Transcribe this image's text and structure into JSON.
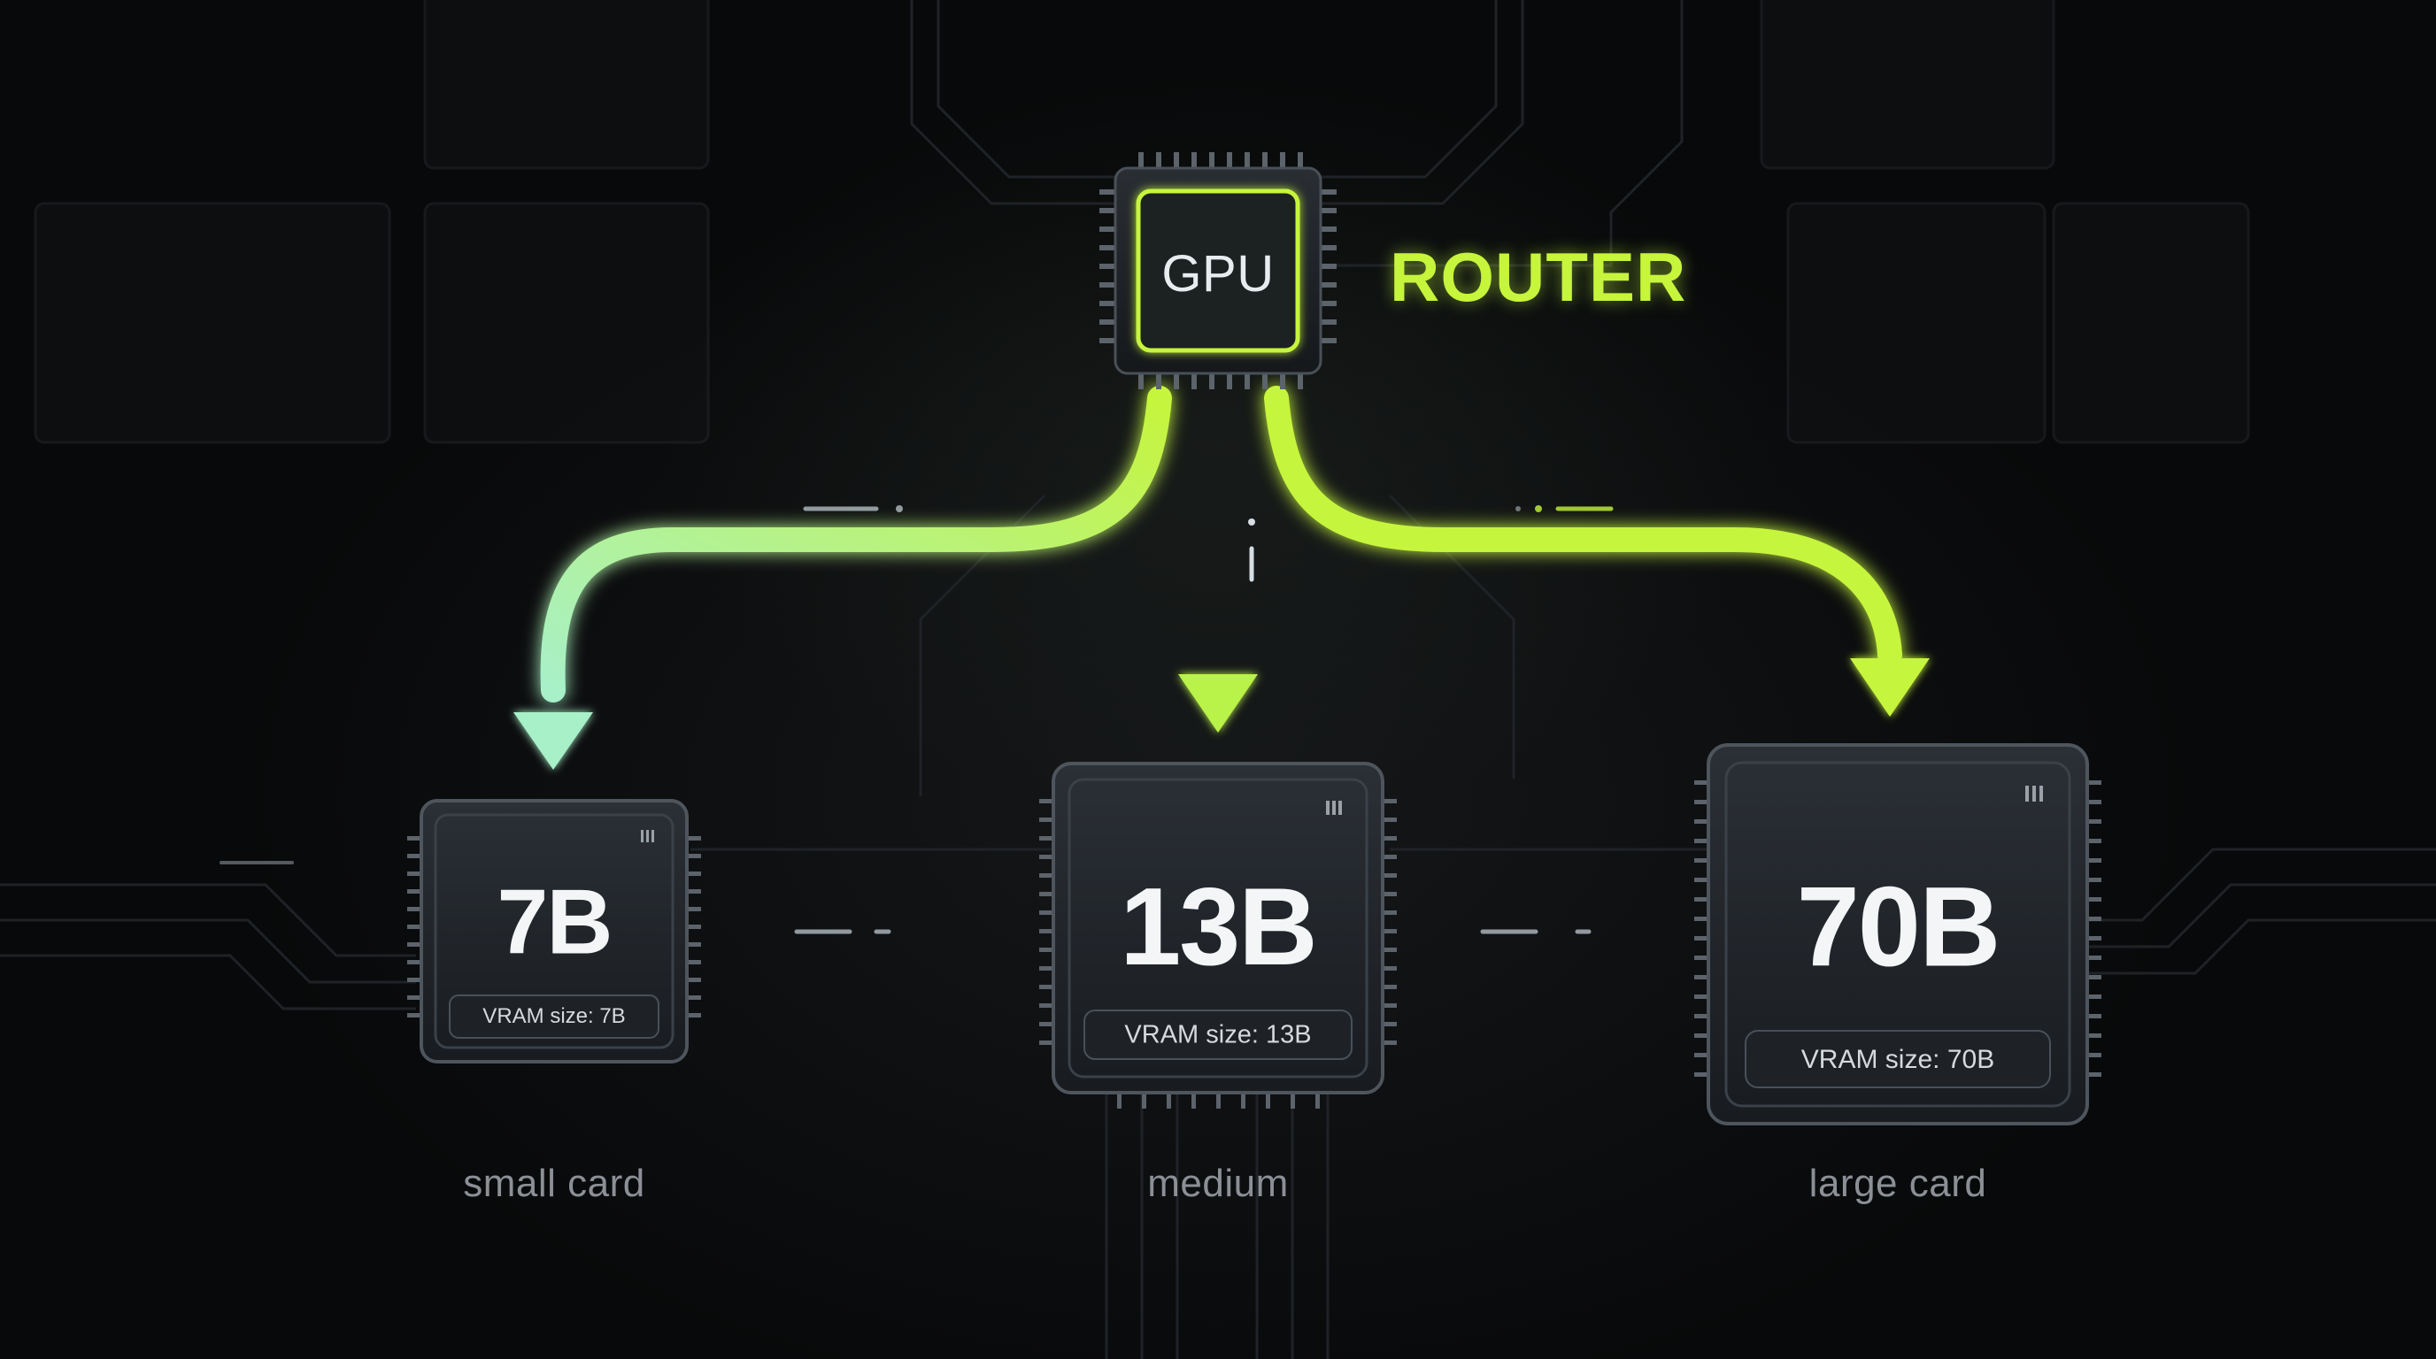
{
  "router": {
    "chip_label": "GPU",
    "title": "ROUTER"
  },
  "cards": [
    {
      "id": "small",
      "size": "7B",
      "vram_label": "VRAM size: 7B",
      "caption": "small card"
    },
    {
      "id": "medium",
      "size": "13B",
      "vram_label": "VRAM size: 13B",
      "caption": "medium"
    },
    {
      "id": "large",
      "size": "70B",
      "vram_label": "VRAM size: 70B",
      "caption": "large card"
    }
  ],
  "colors": {
    "background": "#0b0c0d",
    "accent": "#c6f53c",
    "arrow_small": "#a8f0c8",
    "arrow_medium": "#b9f24a",
    "arrow_large": "#c6f53c",
    "card_glow": "#9ec9ff",
    "caption": "#8c9096"
  }
}
